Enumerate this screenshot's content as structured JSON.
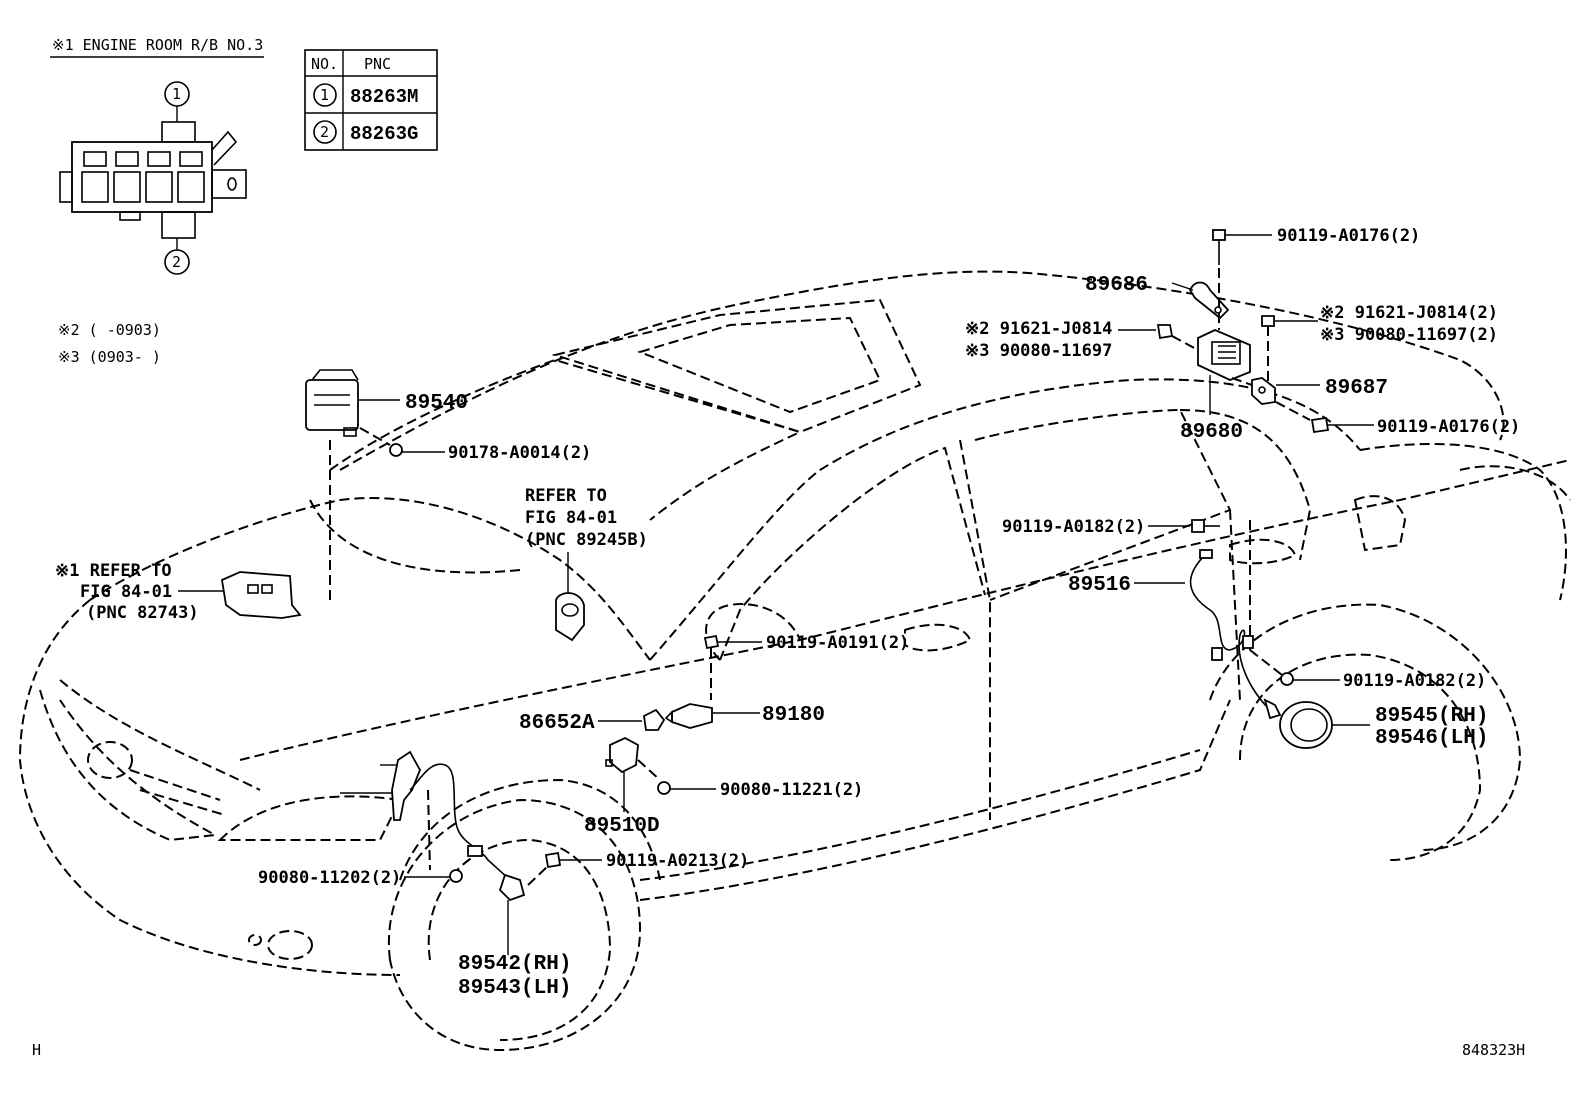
{
  "inset": {
    "title": "※1 ENGINE ROOM R/B NO.3",
    "callout_1": "1",
    "callout_2": "2"
  },
  "pnc_table": {
    "headers": [
      "NO.",
      "PNC"
    ],
    "rows": [
      {
        "no": "1",
        "pnc": "88263M"
      },
      {
        "no": "2",
        "pnc": "88263G"
      }
    ]
  },
  "notes": [
    "※2 (      -0903)",
    "※3 (0903-      )"
  ],
  "references": {
    "ref_84_01_a": [
      "REFER TO",
      "FIG 84-01",
      "(PNC 89245B)"
    ],
    "ref_84_01_b": [
      "※1 REFER TO",
      "FIG 84-01",
      "(PNC 82743)"
    ]
  },
  "parts": {
    "p89540": "89540",
    "p90178": "90178-A0014(2)",
    "p89686": "89686",
    "p90119_0176_top": "90119-A0176(2)",
    "p91621_left_a": "※2 91621-J0814",
    "p90080_left_b": "※3 90080-11697",
    "p91621_right_a": "※2 91621-J0814(2)",
    "p90080_right_b": "※3 90080-11697(2)",
    "p89687": "89687",
    "p89680": "89680",
    "p90119_0176_mid": "90119-A0176(2)",
    "p90119_0182_a": "90119-A0182(2)",
    "p89516": "89516",
    "p90119_0191": "90119-A0191(2)",
    "p90119_0182_b": "90119-A0182(2)",
    "p89545": "89545(RH)",
    "p89546": "89546(LH)",
    "p86652": "86652A",
    "p89180": "89180",
    "p90080_11221": "90080-11221(2)",
    "p89510": "89510D",
    "p90119_0213": "90119-A0213(2)",
    "p90080_11202": "90080-11202(2)",
    "p89542": "89542(RH)",
    "p89543": "89543(LH)"
  },
  "footer": {
    "left": "H",
    "right": "848323H"
  }
}
